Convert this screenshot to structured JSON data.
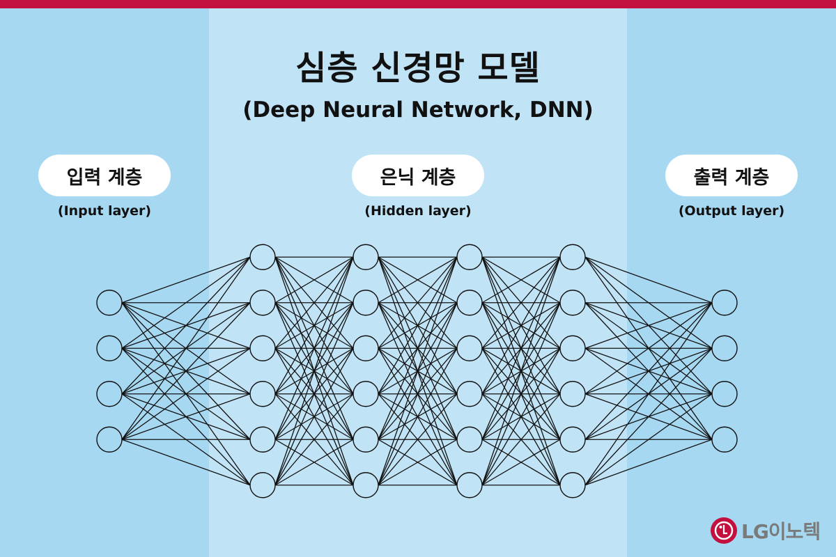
{
  "diagram": {
    "title": "심층 신경망 모델",
    "subtitle": "(Deep Neural Network, DNN)",
    "layers": [
      {
        "label": "입력 계층",
        "sublabel": "(Input layer)"
      },
      {
        "label": "은닉 계층",
        "sublabel": "(Hidden layer)"
      },
      {
        "label": "출력 계층",
        "sublabel": "(Output layer)"
      }
    ],
    "network": {
      "node_counts": [
        4,
        6,
        6,
        6,
        6,
        4
      ],
      "connectivity": "fully-connected"
    }
  },
  "brand": {
    "logo_text": "LG이노텍",
    "logo_color": "#c4103f"
  },
  "colors": {
    "accent_bar": "#c4103f",
    "outer_panel": "#a6d8f2",
    "hidden_panel": "#c1e3f6",
    "pill": "#ffffff",
    "line": "#111111"
  }
}
